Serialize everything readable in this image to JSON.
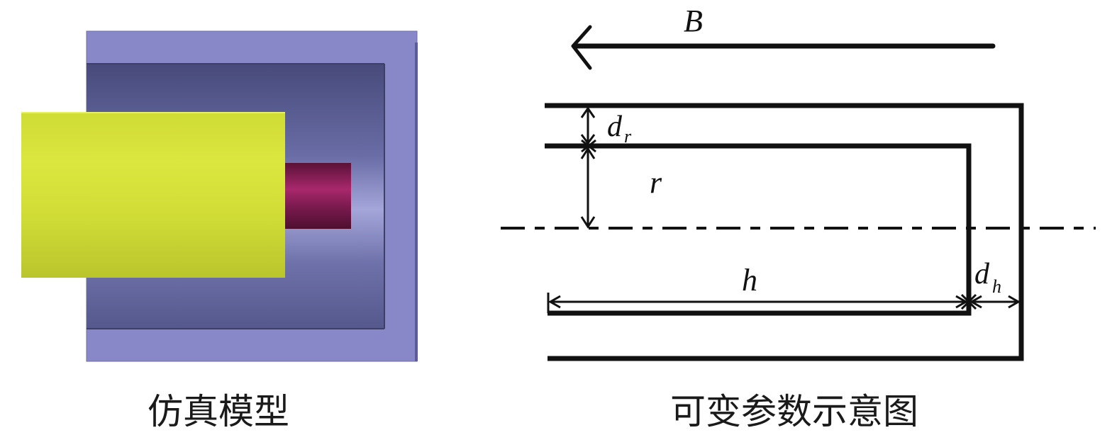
{
  "left_panel": {
    "caption": "仿真模型"
  },
  "right_panel": {
    "caption": "可变参数示意图",
    "labels": {
      "B": "B",
      "d_r_base": "d",
      "d_r_sub": "r",
      "r": "r",
      "h": "h",
      "d_h_base": "d",
      "d_h_sub": "h"
    }
  },
  "colors": {
    "outer_shell": "#8888c8",
    "cavity_dark": "#4b4e7e",
    "cavity_light": "#9d9ed2",
    "yellow_cylinder": "#d6e23a",
    "magenta_block": "#7a1a4e",
    "stroke": "#111111"
  }
}
